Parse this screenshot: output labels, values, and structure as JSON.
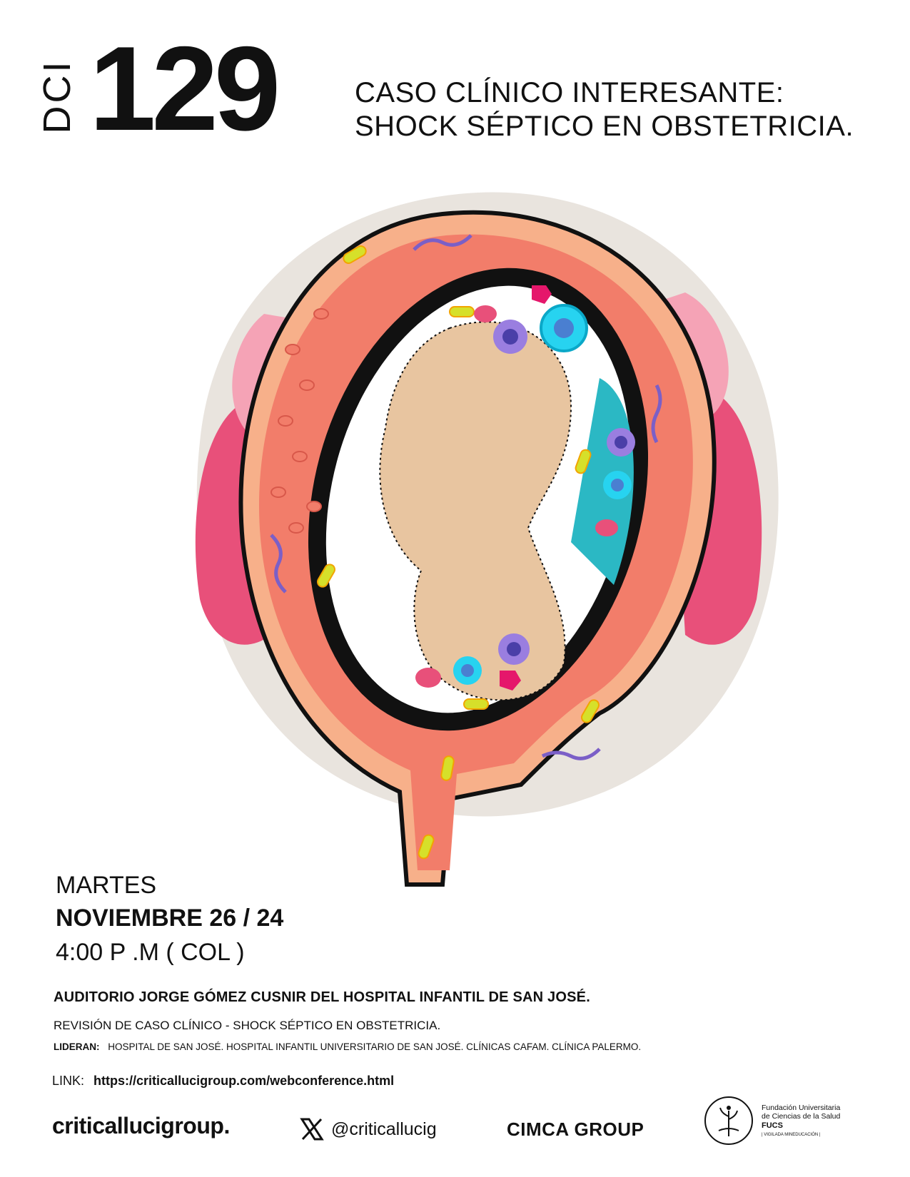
{
  "header": {
    "series": "DCI",
    "number": "129",
    "title_line1": "CASO CLÍNICO INTERESANTE:",
    "title_line2": "SHOCK SÉPTICO EN OBSTETRICIA."
  },
  "event": {
    "day": "MARTES",
    "date": "NOVIEMBRE 26 / 24",
    "time": "4:00 P .M ( COL )",
    "venue": "AUDITORIO JORGE GÓMEZ CUSNIR DEL HOSPITAL INFANTIL DE SAN JOSÉ.",
    "review": "REVISIÓN DE CASO CLÍNICO - SHOCK SÉPTICO EN OBSTETRICIA.",
    "leaders_label": "LIDERAN:",
    "leaders": "HOSPITAL DE SAN JOSÉ. HOSPITAL INFANTIL UNIVERSITARIO DE SAN JOSÉ. CLÍNICAS CAFAM. CLÍNICA PALERMO.",
    "link_label": "LINK:",
    "link_url": "https://criticallucigroup.com/webconference.html"
  },
  "footer": {
    "brand": "criticallucigroup.",
    "x_handle": "@criticallucig",
    "cimca": "CIMCA GROUP",
    "fucs_line1": "Fundación Universitaria",
    "fucs_line2": "de Ciencias de la Salud",
    "fucs_line3": "FUCS",
    "fucs_line4": "| VIGILADA MINEDUCACIÓN |"
  },
  "colors": {
    "background_blob": "#e9e4de",
    "uterus_outer": "#f27d6a",
    "uterus_pink": "#e8507a",
    "light_pink": "#f5a3b6",
    "fetus": "#e8c5a0",
    "teal": "#2bb8c4",
    "purple": "#7b5fc7"
  }
}
